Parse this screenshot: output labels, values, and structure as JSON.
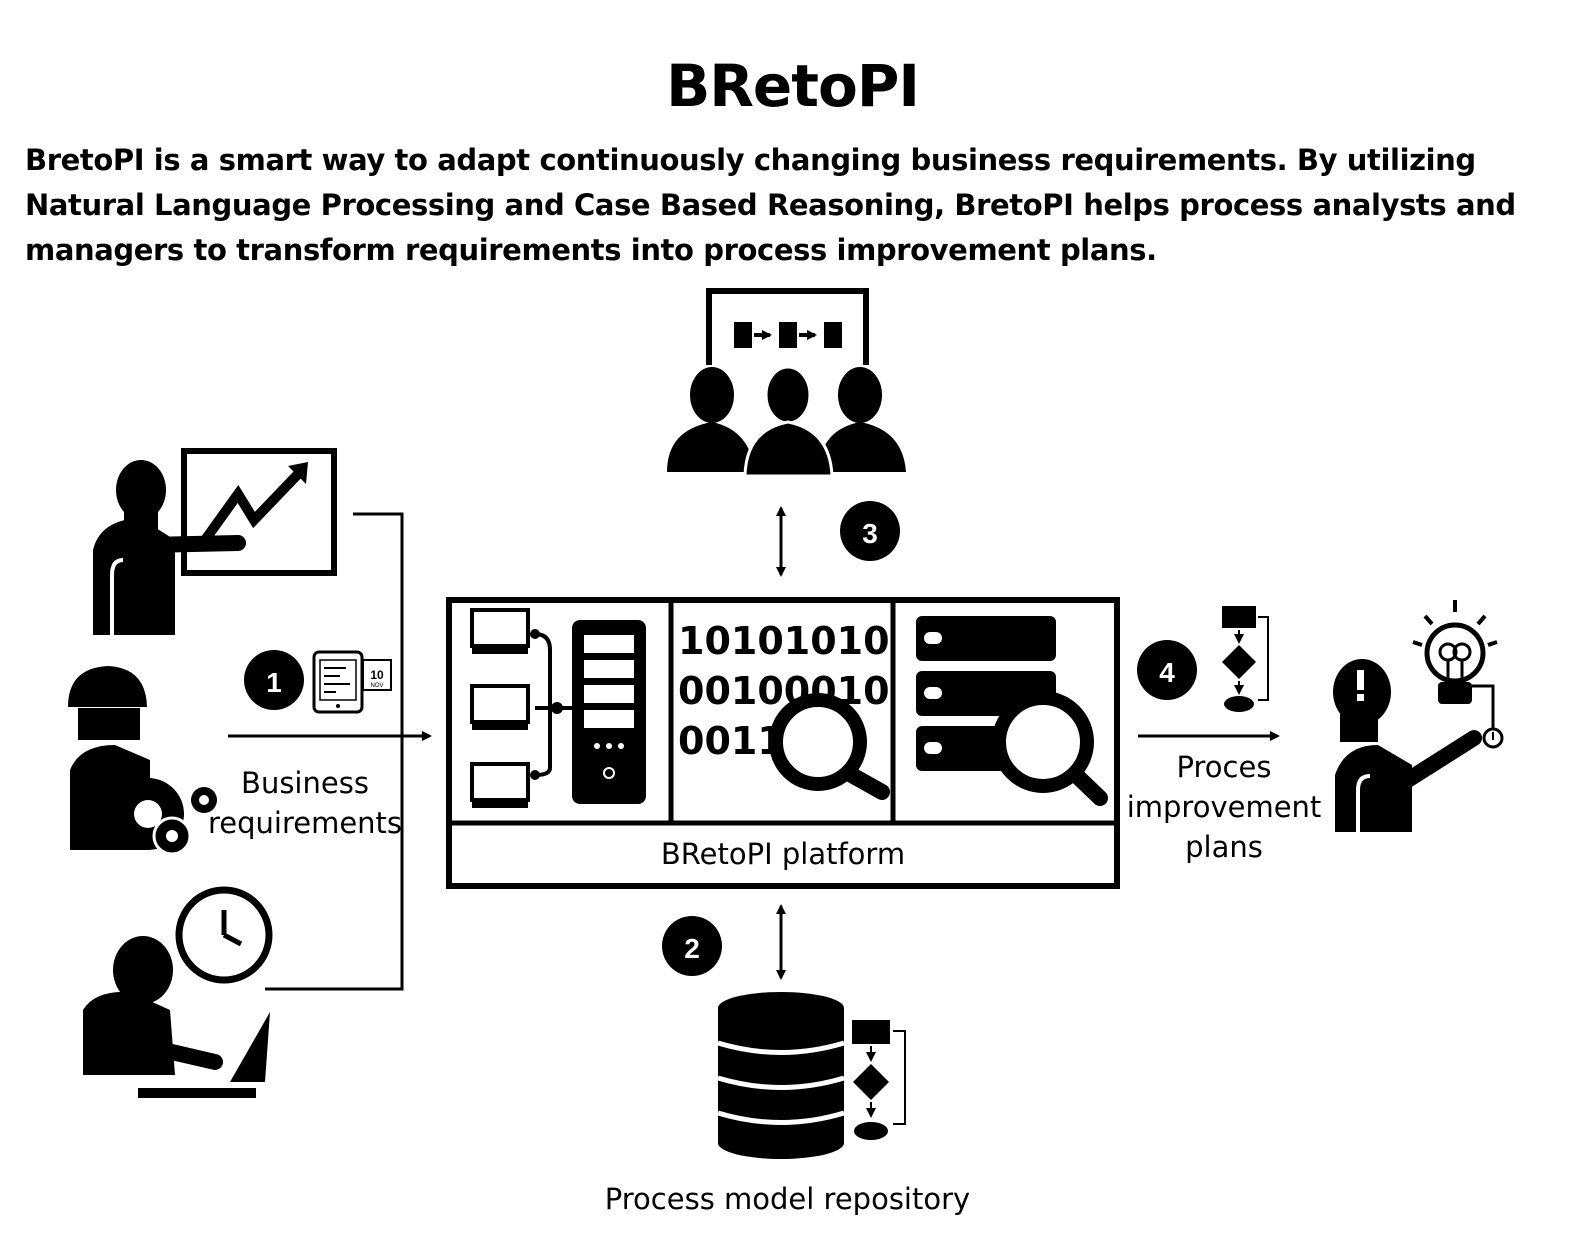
{
  "title": "BRetoPI",
  "description": "BretoPI is a smart way to adapt continuously changing business requirements. By utilizing Natural Language Processing and Case Based Reasoning, BretoPI helps process analysts and managers to transform requirements into process improvement plans.",
  "platform": {
    "label": "BRetoPI platform",
    "binary_lines": [
      "10101010",
      "00100010",
      "0011"
    ]
  },
  "steps": [
    {
      "number": "1",
      "label": "Business requirements",
      "label_lines": [
        "Business",
        "requirements"
      ]
    },
    {
      "number": "2",
      "label": "Process model repository"
    },
    {
      "number": "3"
    },
    {
      "number": "4",
      "label": "Proces improvement plans",
      "label_lines": [
        "Proces",
        "improvement",
        "plans"
      ]
    }
  ],
  "small_icon_text": {
    "calendar_day": "10",
    "calendar_month": "NOV"
  },
  "icons": [
    "presenter-chart-icon",
    "engineer-gears-icon",
    "worker-clock-laptop-icon",
    "team-process-icon",
    "database-flowchart-icon",
    "manager-idea-icon",
    "tablet-report-icon",
    "calendar-icon",
    "servers-network-icon",
    "data-search-icon",
    "database-search-icon",
    "flowchart-icon"
  ],
  "colors": {
    "foreground": "#000000",
    "background": "#ffffff"
  }
}
